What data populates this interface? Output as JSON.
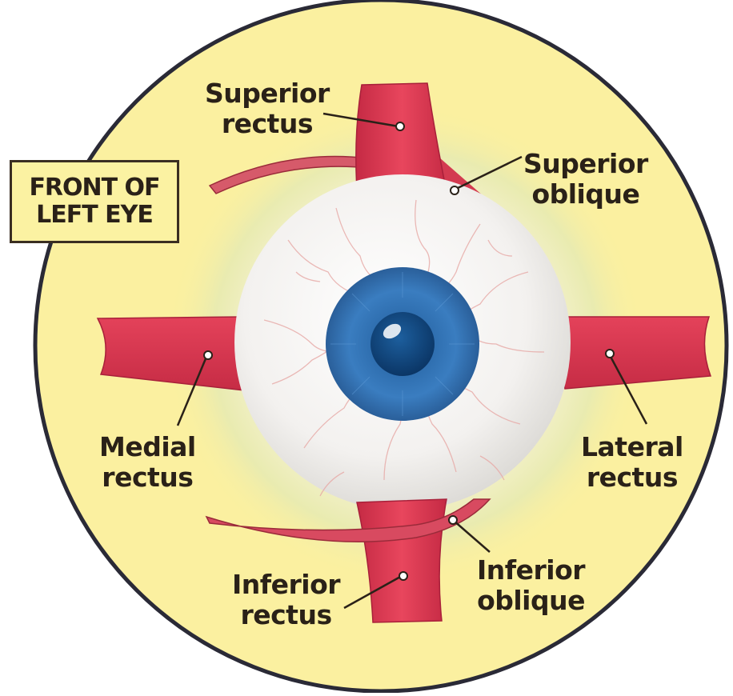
{
  "title_lines": [
    "FRONT OF",
    "LEFT EYE"
  ],
  "labels": {
    "superior_rectus": [
      "Superior",
      "rectus"
    ],
    "superior_oblique": [
      "Superior",
      "oblique"
    ],
    "medial_rectus": [
      "Medial",
      "rectus"
    ],
    "lateral_rectus": [
      "Lateral",
      "rectus"
    ],
    "inferior_rectus": [
      "Inferior",
      "rectus"
    ],
    "inferior_oblique": [
      "Inferior",
      "oblique"
    ]
  },
  "colors": {
    "background_disc": "#fbf0a0",
    "disc_outline": "#2a2a36",
    "muscle": "#e03a52",
    "muscle_dark": "#b8243a",
    "sclera": "#f4f4f4",
    "iris": "#2b6fb0",
    "pupil": "#0d3d6e",
    "text": "#2a2118"
  }
}
